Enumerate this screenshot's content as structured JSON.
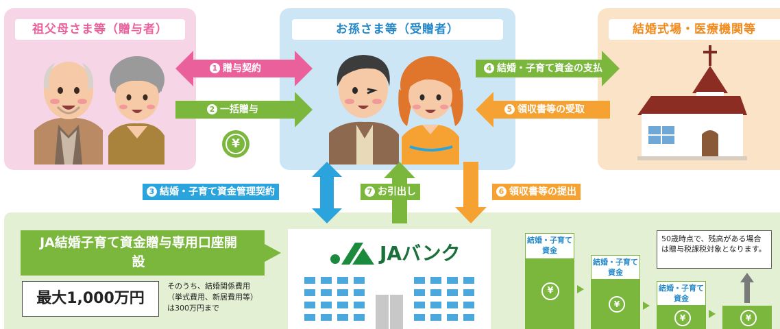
{
  "headers": {
    "grandparents": "祖父母さま等（贈与者）",
    "grandchildren": "お孫さま等（受贈者）",
    "venues": "結婚式場・医療機関等"
  },
  "steps": {
    "s1": {
      "num": "1",
      "text": "贈与契約"
    },
    "s2": {
      "num": "2",
      "text": "一括贈与"
    },
    "s3": {
      "num": "3",
      "text": "結婚・子育て資金管理契約"
    },
    "s4": {
      "num": "4",
      "text": "結婚・子育て資金の支払"
    },
    "s5": {
      "num": "5",
      "text": "領収書等の受取"
    },
    "s6": {
      "num": "6",
      "text": "領収書等の提出"
    },
    "s7": {
      "num": "7",
      "text": "お引出し"
    }
  },
  "yen_symbol": "¥",
  "account": {
    "title": "JA結婚子育て資金贈与専用口座開設",
    "max_amount": "最大1,000万円",
    "note_line1": "そのうち、結婚関係費用",
    "note_line2": "（挙式費用、新居費用等）",
    "note_line3": "は300万円まで"
  },
  "bank_name": "JAバンク",
  "funds": {
    "label_line1": "結婚・子育て",
    "label_line2": "資金",
    "note": "50歳時点で、残高がある場合は贈与税課税対象となります。"
  },
  "colors": {
    "pink": "#e9609b",
    "green": "#7ab73c",
    "blue": "#2ba3dc",
    "orange": "#f5a233"
  }
}
